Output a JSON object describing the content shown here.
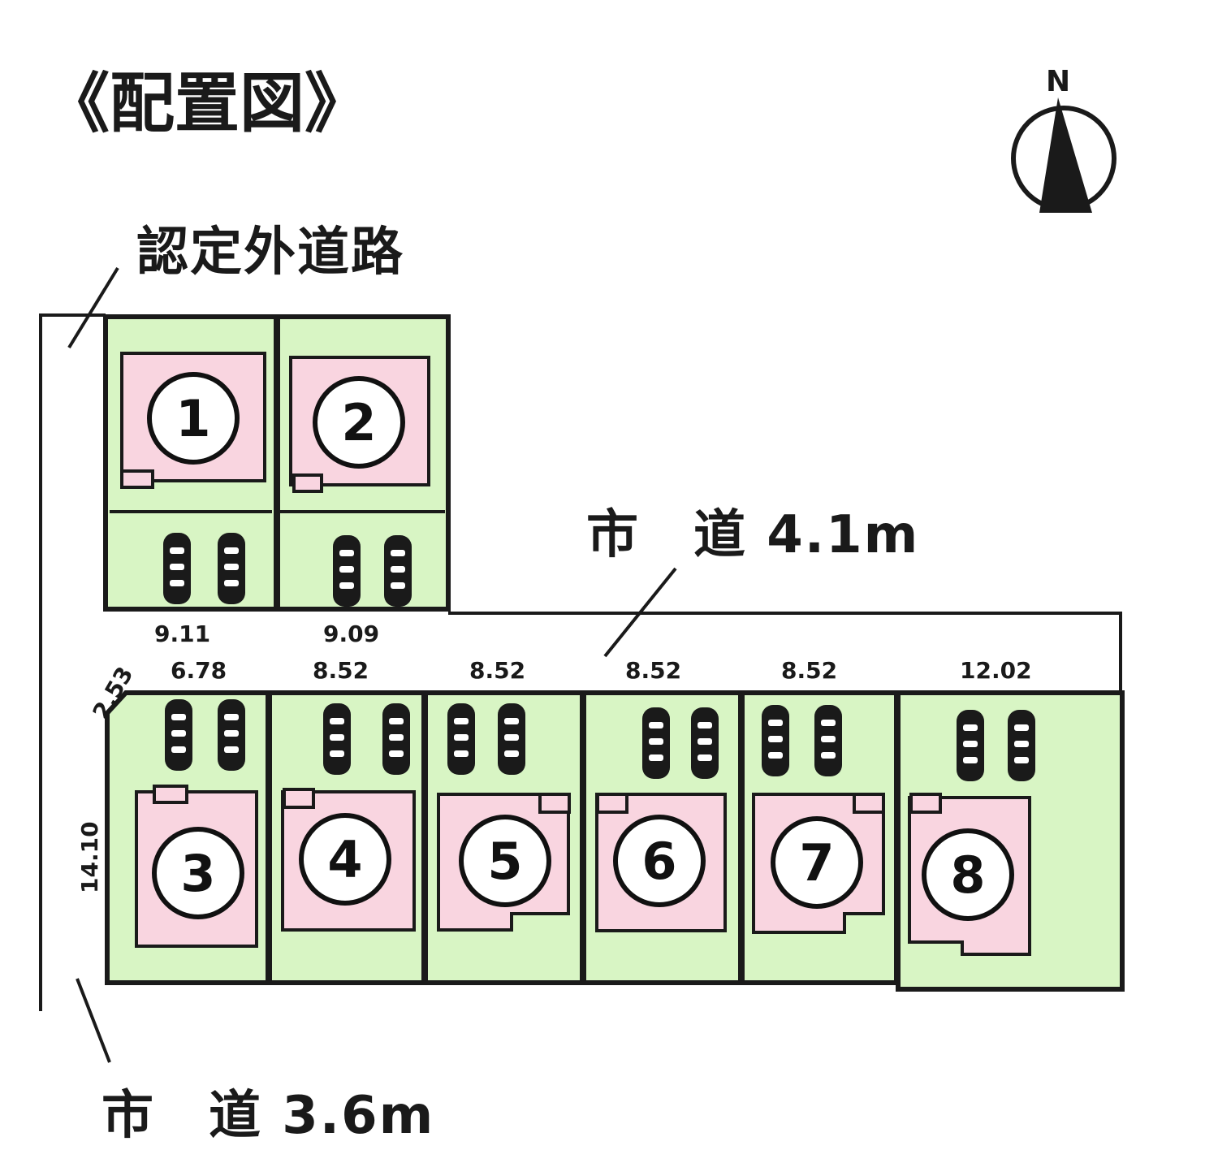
{
  "title": "《配置図》",
  "north_label": "N",
  "roads": {
    "unapproved": "認定外道路",
    "north": "市　道 4.1m",
    "south": "市　道 3.6m"
  },
  "dimensions": {
    "lot1_bottom": "9.11",
    "lot2_bottom": "9.09",
    "lot3_top": "6.78",
    "lot4_top": "8.52",
    "lot5_top": "8.52",
    "lot6_top": "8.52",
    "lot7_top": "8.52",
    "lot8_top": "12.02",
    "corner": "2.53",
    "side": "14.10"
  },
  "lots": [
    {
      "number": "1"
    },
    {
      "number": "2"
    },
    {
      "number": "3"
    },
    {
      "number": "4"
    },
    {
      "number": "5"
    },
    {
      "number": "6"
    },
    {
      "number": "7"
    },
    {
      "number": "8"
    }
  ],
  "colors": {
    "lot_fill": "#d8f5c4",
    "house_fill": "#f9d5e0",
    "outline": "#1a1a1a"
  }
}
